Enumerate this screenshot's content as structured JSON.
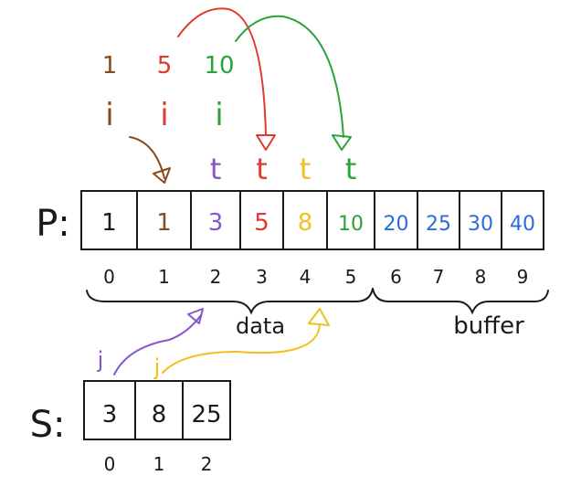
{
  "colors": {
    "ink": "#1a1a1a",
    "brown": "#8a4a1e",
    "red": "#e03a2e",
    "green": "#2aa33a",
    "purple": "#8a55c8",
    "yellow": "#f0c020",
    "blue": "#2d6bdc"
  },
  "arrays": {
    "p": {
      "label": "P:",
      "cells": [
        {
          "value": "1",
          "color": "ink"
        },
        {
          "value": "1",
          "color": "brown"
        },
        {
          "value": "3",
          "color": "purple"
        },
        {
          "value": "5",
          "color": "red"
        },
        {
          "value": "8",
          "color": "yellow"
        },
        {
          "value": "10",
          "color": "green"
        },
        {
          "value": "20",
          "color": "blue"
        },
        {
          "value": "25",
          "color": "blue"
        },
        {
          "value": "30",
          "color": "blue"
        },
        {
          "value": "40",
          "color": "blue"
        }
      ],
      "indices": [
        "0",
        "1",
        "2",
        "3",
        "4",
        "5",
        "6",
        "7",
        "8",
        "9"
      ]
    },
    "s": {
      "label": "S:",
      "cells": [
        {
          "value": "3",
          "color": "ink"
        },
        {
          "value": "8",
          "color": "ink"
        },
        {
          "value": "25",
          "color": "ink"
        }
      ],
      "indices": [
        "0",
        "1",
        "2"
      ]
    }
  },
  "braces": {
    "data": "data",
    "buffer": "buffer"
  },
  "i_pointers": [
    {
      "value": "1",
      "label": "i",
      "color": "brown"
    },
    {
      "value": "5",
      "label": "i",
      "color": "red"
    },
    {
      "value": "10",
      "label": "i",
      "color": "green"
    }
  ],
  "t_markers": [
    {
      "label": "t",
      "color": "purple"
    },
    {
      "label": "t",
      "color": "red"
    },
    {
      "label": "t",
      "color": "yellow"
    },
    {
      "label": "t",
      "color": "green"
    }
  ],
  "j_pointers": [
    {
      "label": "j",
      "color": "purple"
    },
    {
      "label": "j",
      "color": "yellow"
    }
  ]
}
